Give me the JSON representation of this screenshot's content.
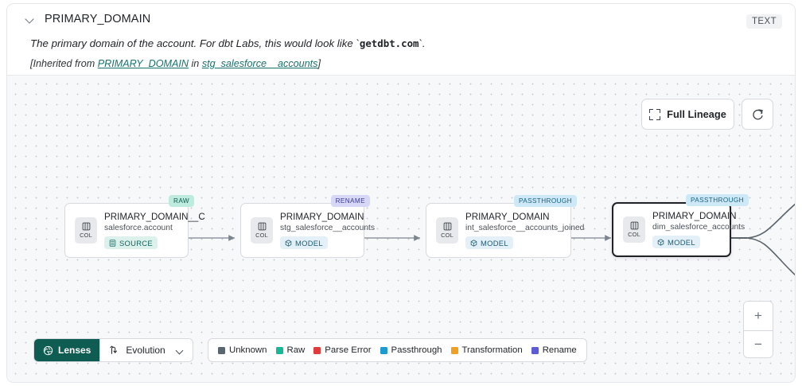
{
  "header": {
    "chevron_icon": "chevron-down-icon",
    "column_name": "PRIMARY_DOMAIN",
    "type_badge": "TEXT",
    "description_prefix": "The primary domain of the account. For dbt Labs, this would look like `",
    "description_code": "getdbt.com",
    "description_suffix": "`.",
    "inherited_prefix": "[Inherited from ",
    "inherited_link": "PRIMARY_DOMAIN",
    "inherited_middle": " in ",
    "inherited_source": "stg_salesforce__accounts",
    "inherited_suffix": "]"
  },
  "toolbar": {
    "full_lineage_label": "Full Lineage",
    "full_lineage_icon": "expand-icon",
    "refresh_icon": "refresh-icon"
  },
  "zoom_controls": {
    "zoom_in_label": "+",
    "zoom_out_label": "−"
  },
  "bottom_bar": {
    "lenses_label": "Lenses",
    "lenses_icon": "lens-aperture-icon",
    "evolution_label": "Evolution",
    "evolution_icon": "evolution-flow-icon",
    "evolution_chevron": "chevron-down-icon"
  },
  "legend": {
    "items": [
      {
        "label": "Unknown",
        "color": "#5b6570"
      },
      {
        "label": "Raw",
        "color": "#17b897"
      },
      {
        "label": "Parse Error",
        "color": "#e03a3a"
      },
      {
        "label": "Passthrough",
        "color": "#1d9bd1"
      },
      {
        "label": "Transformation",
        "color": "#f0a020"
      },
      {
        "label": "Rename",
        "color": "#5b5bd6"
      }
    ]
  },
  "lineage": {
    "col_chip_label": "COL",
    "col_chip_icon": "column-icon",
    "nodes": [
      {
        "name": "PRIMARY_DOMAIN__C",
        "table": "salesforce.account",
        "kind": "SOURCE",
        "kind_icon": "database-icon",
        "tag": "RAW",
        "tag_color": "#bdecdf",
        "selected": false
      },
      {
        "name": "PRIMARY_DOMAIN",
        "table": "stg_salesforce__accounts",
        "kind": "MODEL",
        "kind_icon": "cube-icon",
        "tag": "RENAME",
        "tag_color": "#d7d8f7",
        "selected": false
      },
      {
        "name": "PRIMARY_DOMAIN",
        "table": "int_salesforce__accounts_joined",
        "kind": "MODEL",
        "kind_icon": "cube-icon",
        "tag": "PASSTHROUGH",
        "tag_color": "#cde8f6",
        "selected": false
      },
      {
        "name": "PRIMARY_DOMAIN",
        "table": "dim_salesforce_accounts",
        "kind": "MODEL",
        "kind_icon": "cube-icon",
        "tag": "PASSTHROUGH",
        "tag_color": "#cde8f6",
        "selected": true
      }
    ]
  }
}
